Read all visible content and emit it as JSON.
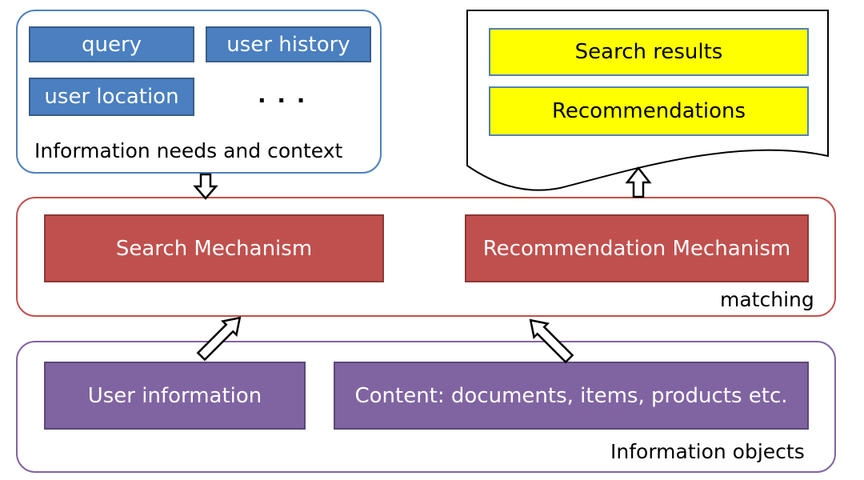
{
  "context": {
    "query": "query",
    "user_history": "user history",
    "user_location": "user location",
    "ellipsis": ". . .",
    "caption": "Information needs and context"
  },
  "output": {
    "search_results": "Search results",
    "recommendations": "Recommendations"
  },
  "matching": {
    "search_mechanism": "Search Mechanism",
    "recommendation_mechanism": "Recommendation Mechanism",
    "caption": "matching"
  },
  "objects": {
    "user_information": "User information",
    "content": "Content: documents, items, products etc.",
    "caption": "Information objects"
  },
  "colors": {
    "context_box": "#4a7fc0",
    "mechanism_box": "#c0504d",
    "object_box": "#8064a2",
    "result_box": "#ffff00"
  }
}
